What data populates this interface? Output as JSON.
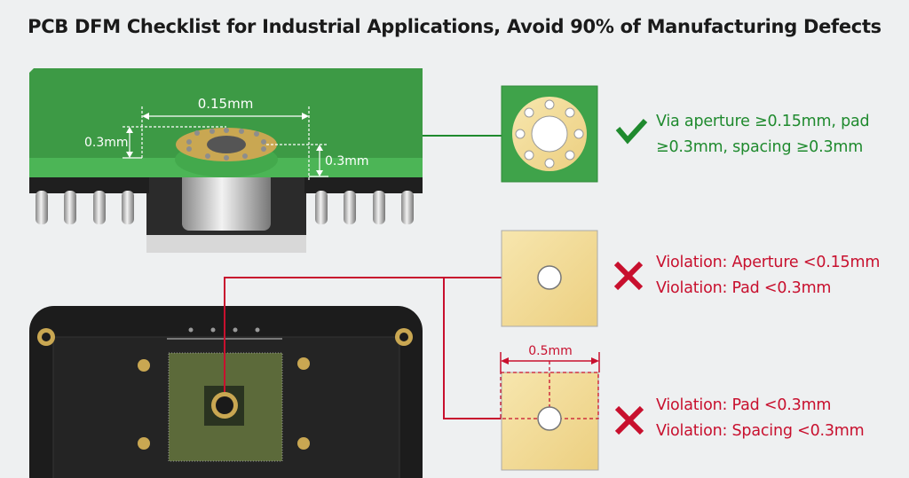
{
  "title": "PCB DFM Checklist for Industrial Applications, Avoid 90% of Manufacturing Defects",
  "top_diagram": {
    "aperture_label": "0.15mm",
    "pad_label_left": "0.3mm",
    "pad_label_right": "0.3mm"
  },
  "callouts": [
    {
      "icon": "check-icon",
      "lines": [
        "Via aperture ≥0.15mm, pad",
        "≥0.3mm, spacing ≥0.3mm"
      ]
    },
    {
      "icon": "cross-icon",
      "lines": [
        "Violation: Aperture <0.15mm",
        "Violation: Pad <0.3mm"
      ]
    },
    {
      "icon": "cross-icon",
      "dimension": "0.5mm",
      "lines": [
        "Violation: Pad <0.3mm",
        "Violation: Spacing <0.3mm"
      ]
    }
  ],
  "colors": {
    "pass": "#1f8a2e",
    "fail": "#c8102e",
    "pcb_green": "#3fa34a",
    "pad_gold": "#f3dc98"
  }
}
